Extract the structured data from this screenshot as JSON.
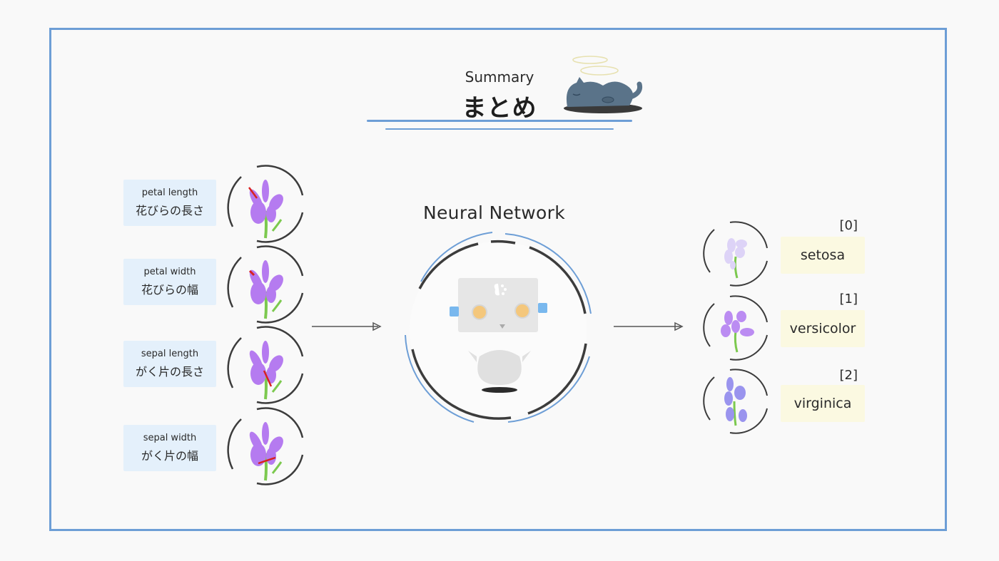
{
  "header": {
    "subtitle": "Summary",
    "title": "まとめ"
  },
  "inputs": [
    {
      "en": "petal length",
      "ja": "花びらの長さ"
    },
    {
      "en": "petal width",
      "ja": "花びらの幅"
    },
    {
      "en": "sepal length",
      "ja": "がく片の長さ"
    },
    {
      "en": "sepal width",
      "ja": "がく片の幅"
    }
  ],
  "network": {
    "title": "Neural Network"
  },
  "outputs": [
    {
      "index": "[0]",
      "label": "setosa"
    },
    {
      "index": "[1]",
      "label": "versicolor"
    },
    {
      "index": "[2]",
      "label": "virginica"
    }
  ],
  "colors": {
    "frame": "#6d9ed6",
    "input_box": "#e4f0fb",
    "output_box": "#fbf9e1",
    "flower": "#b57bf0",
    "stem": "#7cc94f",
    "measure_line": "#d92121",
    "setosa": "#ddd3f7",
    "versicolor": "#bb8cf2",
    "virginica": "#9a94ee"
  },
  "icons": {
    "mascot": "sleeping-cat-with-halo-icon",
    "input_flower": "iris-flower-icon",
    "robot": "robot-icon",
    "arrow": "arrow-right-icon"
  }
}
